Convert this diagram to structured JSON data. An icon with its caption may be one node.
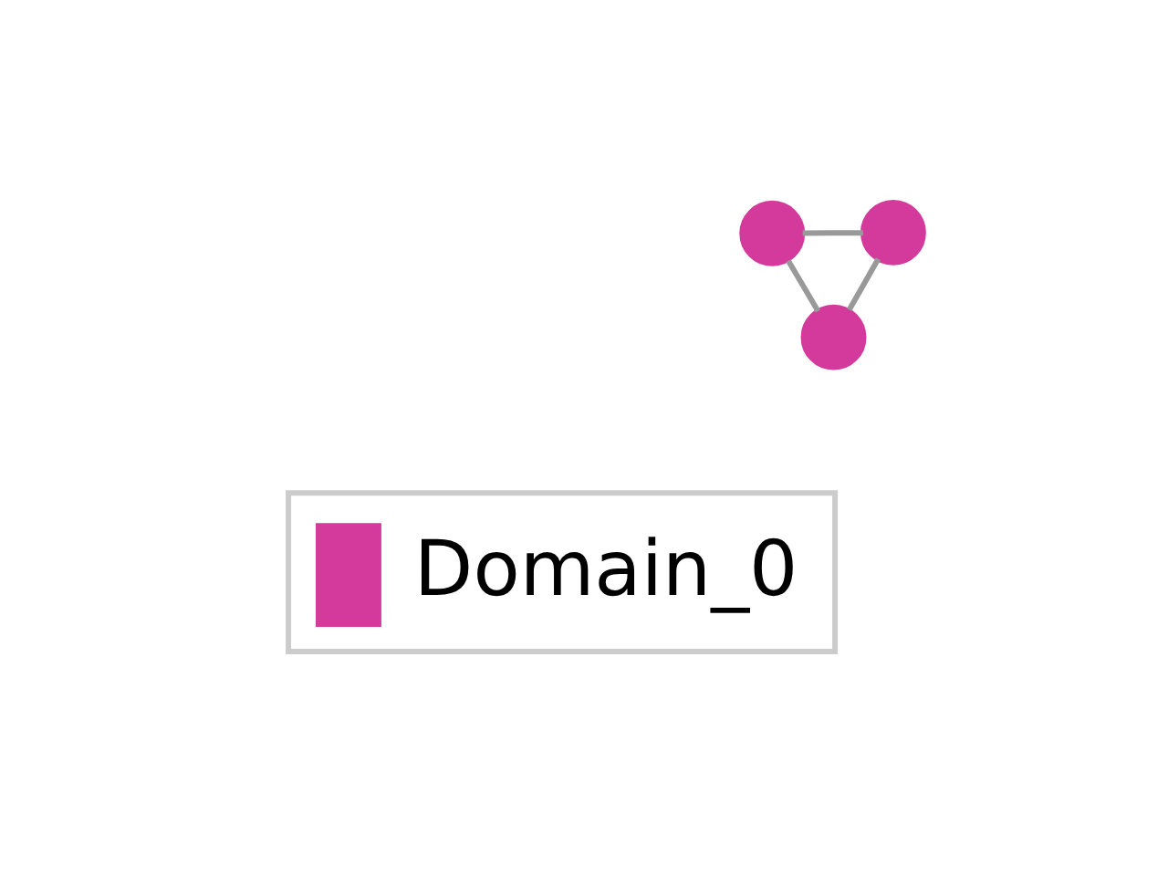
{
  "diagram": {
    "nodes": [
      {
        "text": [],
        "shape": "circle"
      },
      {
        "text": [],
        "shape": "circle"
      },
      {
        "text": [],
        "shape": "circle"
      }
    ],
    "edges": [
      {
        "from": 2,
        "to": 0,
        "arrow": "none"
      },
      {
        "from": 0,
        "to": 1,
        "arrow": "none"
      },
      {
        "from": 1,
        "to": 2,
        "arrow": "none"
      }
    ],
    "legend": [
      {
        "text": "Domain_0",
        "color": "#d33a9c"
      }
    ]
  }
}
